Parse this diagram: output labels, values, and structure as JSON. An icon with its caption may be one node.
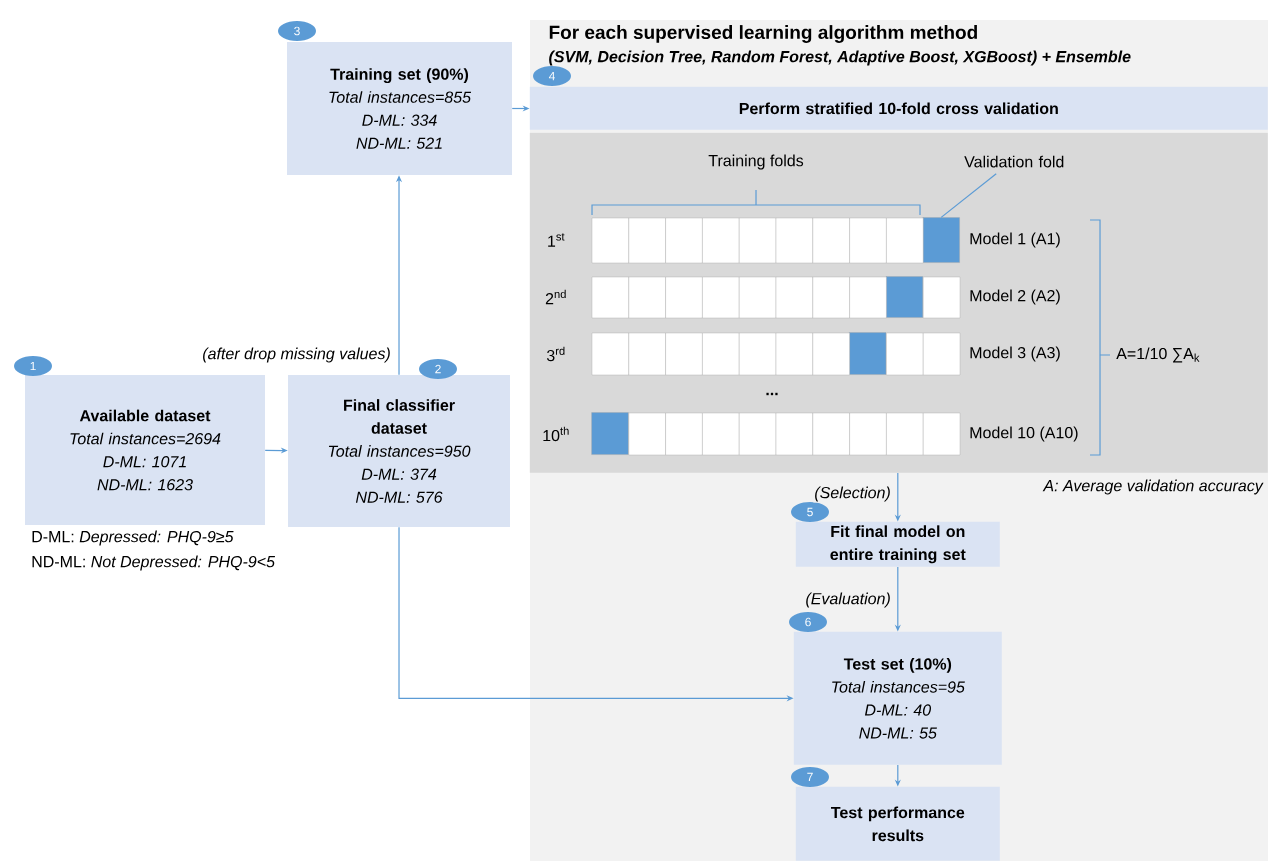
{
  "diagram": {
    "nodes": [
      {
        "text": [
          "Available dataset",
          "Total instances=2694",
          "D-ML: 1071",
          "ND-ML: 1623"
        ],
        "beside": [
          "1"
        ]
      },
      {
        "text": [
          "Final classifier dataset",
          "Total instances=950",
          "D-ML: 374",
          "ND-ML: 576"
        ],
        "beside": [
          "2"
        ]
      },
      {
        "text": [
          "Training set (90%)",
          "Total instances=855",
          "D-ML: 334",
          "ND-ML: 521"
        ],
        "beside": [
          "3"
        ]
      },
      {
        "text": [
          "For each supervised learning algorithm method",
          "(SVM, Decision Tree, Random Forest, Adaptive Boost, XGBoost) + Ensemble"
        ]
      },
      {
        "text": [
          "Perform stratified 10-fold cross validation"
        ],
        "beside": [
          "4"
        ],
        "in": 3
      },
      {
        "text": [],
        "shape": "box",
        "in": 3
      },
      {
        "text": [
          "Fit final model on entire training set"
        ],
        "beside": [
          "5"
        ],
        "in": 3
      },
      {
        "text": [
          "Test set (10%)",
          "Total instances=95",
          "D-ML: 40",
          "ND-ML: 55"
        ],
        "beside": [
          "6"
        ],
        "in": 3
      },
      {
        "text": [
          "Test performance results"
        ],
        "beside": [
          "7"
        ],
        "in": 3
      },
      {
        "text": [
          "Validation fold"
        ],
        "in": 5
      },
      {
        "text": [],
        "shape": "box",
        "in": 5
      },
      {
        "text": [],
        "shape": "box",
        "in": 5
      },
      {
        "text": [],
        "shape": "box",
        "in": 5
      },
      {
        "text": [],
        "shape": "box",
        "in": 5
      }
    ],
    "edges": [
      {
        "from": 0,
        "to": 1,
        "arrow": "to"
      },
      {
        "from": 1,
        "to": 2,
        "arrow": "to",
        "label": "(after drop missing values)"
      },
      {
        "from": 2,
        "to": 4,
        "arrow": "to"
      },
      {
        "from": 5,
        "to": 6,
        "arrow": "to",
        "label": "(Selection)"
      },
      {
        "from": 6,
        "to": 7,
        "arrow": "to",
        "label": "(Evaluation)"
      },
      {
        "from": 1,
        "to": 7,
        "arrow": "to"
      },
      {
        "from": 7,
        "to": 8,
        "arrow": "to"
      },
      {
        "from": 9,
        "to": 10,
        "arrow": "none"
      }
    ],
    "labels": [
      "Training folds",
      "1$^{st}$",
      "Model 1 (A1)",
      "2$^{nd}$",
      "Model 2 (A2)",
      "3$^{rd}$",
      "Model 3 (A3)",
      "...",
      "10$^{th}$",
      "Model 10 (A10)",
      "A=1/10 ∑A$_{k}$",
      "A: Average validation accuracy",
      "D-ML: *Depressed: PHQ-9≥5*",
      "ND-ML: *Not Depressed: PHQ-9<5*"
    ]
  }
}
